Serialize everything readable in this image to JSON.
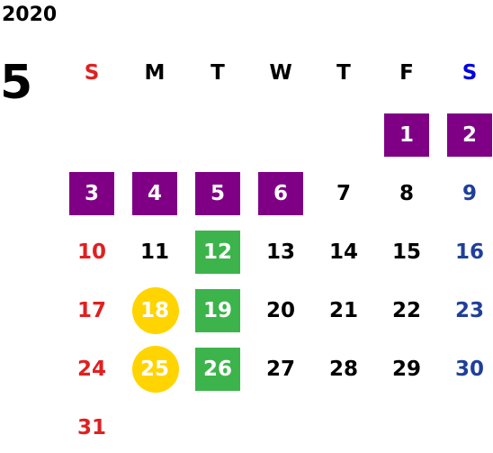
{
  "calendar": {
    "year": "2020",
    "month": "5",
    "weekdays": [
      {
        "label": "S",
        "color": "#e02020"
      },
      {
        "label": "M",
        "color": "#000000"
      },
      {
        "label": "T",
        "color": "#000000"
      },
      {
        "label": "W",
        "color": "#000000"
      },
      {
        "label": "T",
        "color": "#000000"
      },
      {
        "label": "F",
        "color": "#000000"
      },
      {
        "label": "S",
        "color": "#0000e0"
      }
    ],
    "days": [
      {
        "day": "1",
        "style": "purple"
      },
      {
        "day": "2",
        "style": "purple"
      },
      {
        "day": "3",
        "style": "purple"
      },
      {
        "day": "4",
        "style": "purple"
      },
      {
        "day": "5",
        "style": "purple"
      },
      {
        "day": "6",
        "style": "purple"
      },
      {
        "day": "7",
        "style": "plain"
      },
      {
        "day": "8",
        "style": "plain"
      },
      {
        "day": "9",
        "style": "plain"
      },
      {
        "day": "10",
        "style": "plain"
      },
      {
        "day": "11",
        "style": "plain"
      },
      {
        "day": "12",
        "style": "green"
      },
      {
        "day": "13",
        "style": "plain"
      },
      {
        "day": "14",
        "style": "plain"
      },
      {
        "day": "15",
        "style": "plain"
      },
      {
        "day": "16",
        "style": "plain"
      },
      {
        "day": "17",
        "style": "plain"
      },
      {
        "day": "18",
        "style": "circle"
      },
      {
        "day": "19",
        "style": "green"
      },
      {
        "day": "20",
        "style": "plain"
      },
      {
        "day": "21",
        "style": "plain"
      },
      {
        "day": "22",
        "style": "plain"
      },
      {
        "day": "23",
        "style": "plain"
      },
      {
        "day": "24",
        "style": "plain"
      },
      {
        "day": "25",
        "style": "circle"
      },
      {
        "day": "26",
        "style": "green"
      },
      {
        "day": "27",
        "style": "plain"
      },
      {
        "day": "28",
        "style": "plain"
      },
      {
        "day": "29",
        "style": "plain"
      },
      {
        "day": "30",
        "style": "plain"
      },
      {
        "day": "31",
        "style": "plain"
      }
    ],
    "colors": {
      "sunday": "#e02020",
      "saturday": "#1f3f99",
      "weekday": "#000000",
      "purple_highlight": "#7f0085",
      "green_highlight": "#3cb44b",
      "yellow_highlight": "#ffd400"
    }
  }
}
